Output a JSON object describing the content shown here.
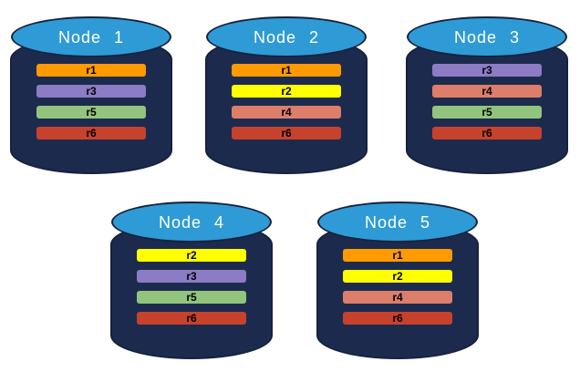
{
  "diagram": {
    "background": "#FFFFFF",
    "node_body_color": "#1C2B4D",
    "node_outline_color": "#15223E",
    "node_top_color": "#2E9BD6",
    "title_text_color": "#FFFFFF",
    "bar_text_color": "#000000"
  },
  "replica_palette": {
    "r1": "#FF9B00",
    "r2": "#FFFF00",
    "r3": "#8C7BC5",
    "r4": "#DD7E6B",
    "r5": "#92C47E",
    "r6": "#C7422C"
  },
  "nodes": [
    {
      "title": "Node 1",
      "replicas": [
        {
          "label": "r1",
          "color": "#FF9B00"
        },
        {
          "label": "r3",
          "color": "#8C7BC5"
        },
        {
          "label": "r5",
          "color": "#92C47E"
        },
        {
          "label": "r6",
          "color": "#C7422C"
        }
      ]
    },
    {
      "title": "Node 2",
      "replicas": [
        {
          "label": "r1",
          "color": "#FF9B00"
        },
        {
          "label": "r2",
          "color": "#FFFF00"
        },
        {
          "label": "r4",
          "color": "#DD7E6B"
        },
        {
          "label": "r6",
          "color": "#C7422C"
        }
      ]
    },
    {
      "title": "Node 3",
      "replicas": [
        {
          "label": "r3",
          "color": "#8C7BC5"
        },
        {
          "label": "r4",
          "color": "#DD7E6B"
        },
        {
          "label": "r5",
          "color": "#92C47E"
        },
        {
          "label": "r6",
          "color": "#C7422C"
        }
      ]
    },
    {
      "title": "Node 4",
      "replicas": [
        {
          "label": "r2",
          "color": "#FFFF00"
        },
        {
          "label": "r3",
          "color": "#8C7BC5"
        },
        {
          "label": "r5",
          "color": "#92C47E"
        },
        {
          "label": "r6",
          "color": "#C7422C"
        }
      ]
    },
    {
      "title": "Node 5",
      "replicas": [
        {
          "label": "r1",
          "color": "#FF9B00"
        },
        {
          "label": "r2",
          "color": "#FFFF00"
        },
        {
          "label": "r4",
          "color": "#DD7E6B"
        },
        {
          "label": "r6",
          "color": "#C7422C"
        }
      ]
    }
  ]
}
